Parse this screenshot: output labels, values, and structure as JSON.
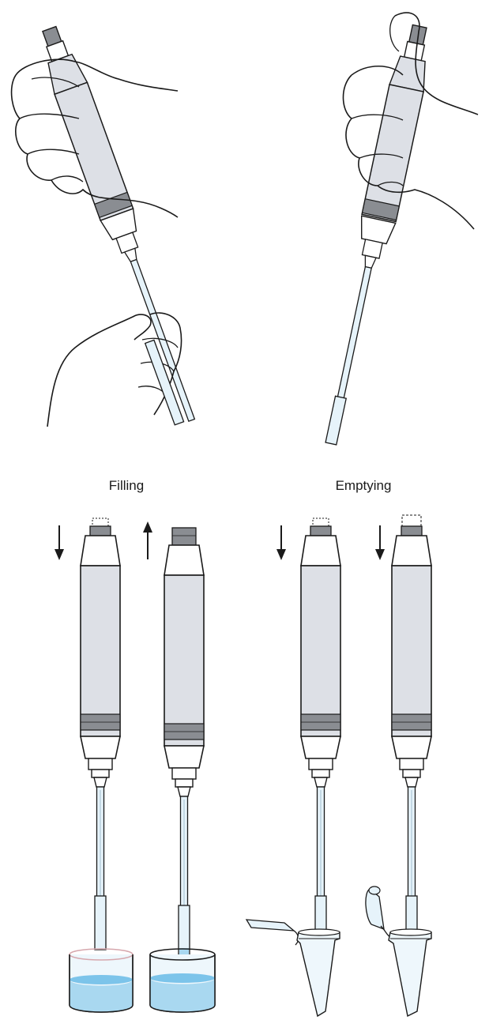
{
  "labels": {
    "filling": "Filling",
    "emptying": "Emptying"
  },
  "colors": {
    "outline": "#1a1a1a",
    "barrel": "#dde0e6",
    "band": "#8a8d92",
    "liquid": "#a9d8f0",
    "liquid_surface": "#7cc4ea",
    "container": "#eef7fc",
    "tip": "#e6f3fa",
    "rim": "#d6a7ad"
  },
  "steps": [
    {
      "section": "filling",
      "plunger": "pressed",
      "arrow": "down"
    },
    {
      "section": "filling",
      "plunger": "released",
      "arrow": "up"
    },
    {
      "section": "emptying",
      "plunger": "pressed",
      "arrow": "down"
    },
    {
      "section": "emptying",
      "plunger": "fully-pressed",
      "arrow": "down"
    }
  ]
}
